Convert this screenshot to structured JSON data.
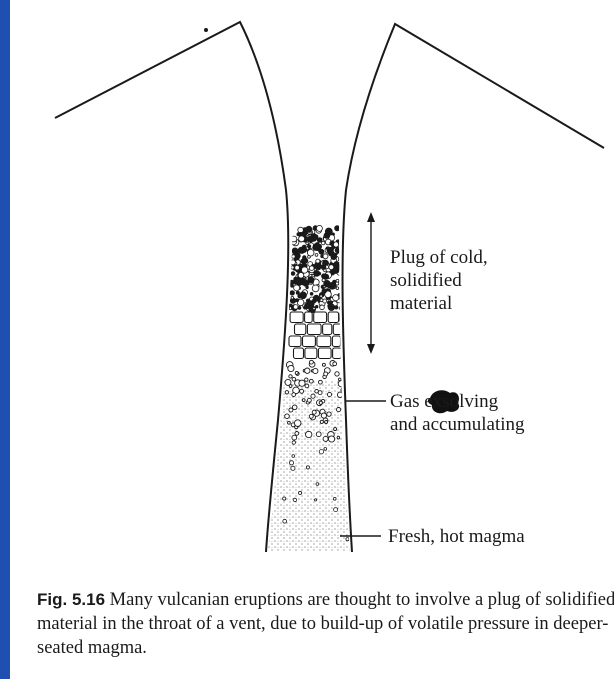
{
  "labels": {
    "plug": [
      "Plug of cold,",
      "solidified",
      "material"
    ],
    "gas": [
      "Gas exsolving",
      "and accumulating"
    ],
    "magma": "Fresh, hot magma"
  },
  "caption": {
    "figure": "Fig. 5.16",
    "text": "Many vulcanian eruptions are thought to involve a plug of solidified material in the throat of a vent, due to build-up of volatile pressure in deeper-seated magma."
  },
  "colors": {
    "border": "#1f4fb0",
    "ink": "#1a1a1a",
    "paper": "#ffffff"
  }
}
